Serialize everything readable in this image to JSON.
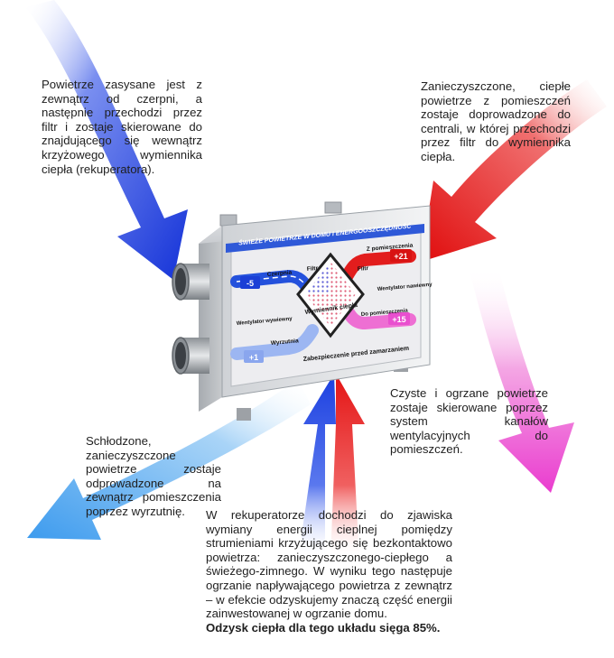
{
  "notes": {
    "intake": "Powietrze zasysane jest z zewnątrz od czerpni, a następnie przechodzi przez filtr i zostaje skierowane do znajdującego się wewnątrz krzyżowego wymiennika ciepła (rekuperatora).",
    "return_air": "Zanieczyszczone, ciepłe powietrze z pomieszczeń zostaje doprowadzone do centrali, w której przechodzi przez filtr do wymiennika ciepła.",
    "supply": "Czyste i ogrzane powietrze zostaje skierowane poprzez system kanałów wentylacyjnych do pomieszczeń.",
    "exhaust": "Schłodzone, zanieczyszczone powietrze zostaje odprowadzone na zewnątrz pomieszczenia poprzez wyrzutnię.",
    "summary": "W rekuperatorze dochodzi do zjawiska wymiany energii cieplnej pomiędzy strumieniami krzyżującego się bezkontaktowo powietrza: zanieczyszczonego-ciepłego a świeżego-zimnego. W wyniku tego następuje ogrzanie napływającego powietrza z zewnątrz – w efekcie odzyskujemy znaczą część energii zainwestowanej w ogrzanie domu.",
    "summary_bold": "Odzysk ciepła dla tego układu sięga 85%."
  },
  "unit": {
    "banner": "ŚWIEŻE POWIETRZE W DOMU I ENERGOOSZCZĘDNOŚĆ",
    "labels": {
      "czerpnia": "Czerpnia",
      "filtr_left": "Filtr",
      "filtr_right": "Filtr",
      "z_pomieszczenia": "Z pomieszczenia",
      "wymiennik": "Wymiennik ciepła",
      "wentylator_wywiewny": "Wentylator wywiewny",
      "wentylator_nawiewny": "Wentylator nawiewny",
      "wyrzutnia": "Wyrzutnia",
      "do_pomieszczenia": "Do pomieszczenia",
      "zabezpieczenie": "Zabezpieczenie przed zamarzaniem"
    },
    "temps": {
      "intake": "-5",
      "return": "+21",
      "supply": "+15",
      "exhaust": "+1"
    }
  },
  "colors": {
    "cold": "#1f4fe0",
    "hot": "#e81b1b",
    "warm_pink": "#f050c8",
    "cool_light": "#4aa3f0"
  }
}
